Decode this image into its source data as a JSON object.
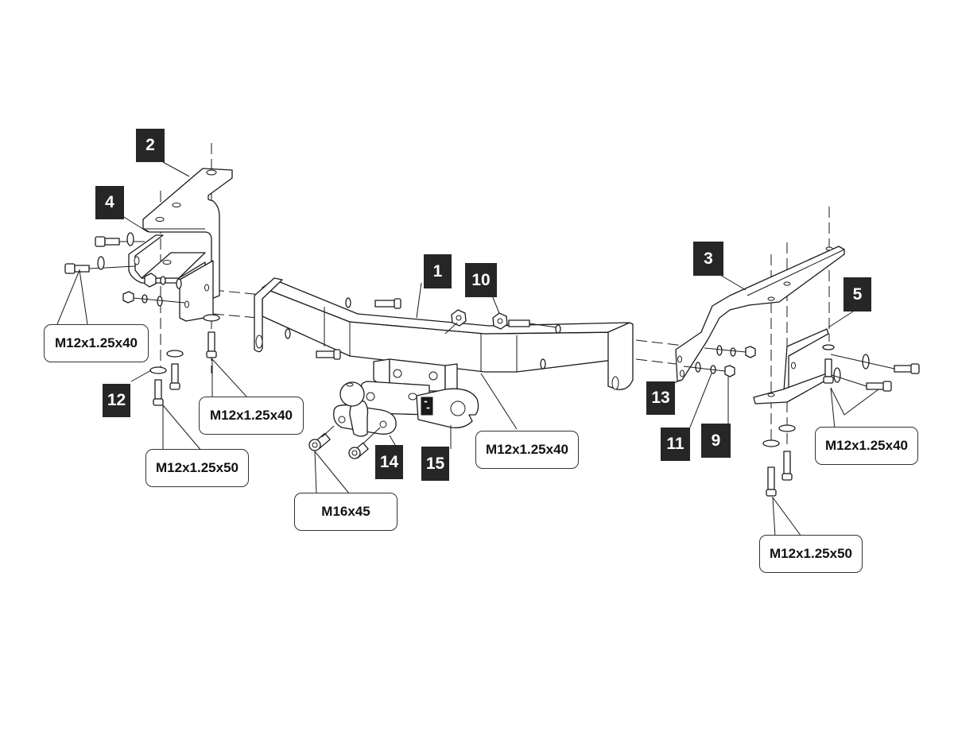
{
  "diagram": {
    "type": "exploded-assembly",
    "subject": "tow bar (towing hitch) assembly",
    "colors": {
      "line": "#1a1a1a",
      "callout_bg": "#262626",
      "callout_text": "#ffffff",
      "background": "#ffffff"
    }
  },
  "callouts": [
    {
      "id": "1",
      "label": "1",
      "part": "main crossbar"
    },
    {
      "id": "2",
      "label": "2",
      "part": "left upper bracket"
    },
    {
      "id": "3",
      "label": "3",
      "part": "right upper bracket"
    },
    {
      "id": "4",
      "label": "4",
      "part": "left lower bracket"
    },
    {
      "id": "5",
      "label": "5",
      "part": "right lower bracket"
    },
    {
      "id": "9",
      "label": "9",
      "part": "nut"
    },
    {
      "id": "10",
      "label": "10",
      "part": "nut"
    },
    {
      "id": "11",
      "label": "11",
      "part": "spring washer"
    },
    {
      "id": "12",
      "label": "12",
      "part": "flat washer"
    },
    {
      "id": "13",
      "label": "13",
      "part": "flat washer"
    },
    {
      "id": "14",
      "label": "14",
      "part": "tow ball"
    },
    {
      "id": "15",
      "label": "15",
      "part": "socket plate"
    }
  ],
  "fastener_specs": [
    {
      "id": "spec-left-side",
      "label": "M12x1.25x40"
    },
    {
      "id": "spec-left-bottom-40",
      "label": "M12x1.25x40"
    },
    {
      "id": "spec-left-bottom-50",
      "label": "M12x1.25x50"
    },
    {
      "id": "spec-ball-bolts",
      "label": "M16x45"
    },
    {
      "id": "spec-center",
      "label": "M12x1.25x40"
    },
    {
      "id": "spec-right-side",
      "label": "M12x1.25x40"
    },
    {
      "id": "spec-right-bottom-50",
      "label": "M12x1.25x50"
    }
  ]
}
